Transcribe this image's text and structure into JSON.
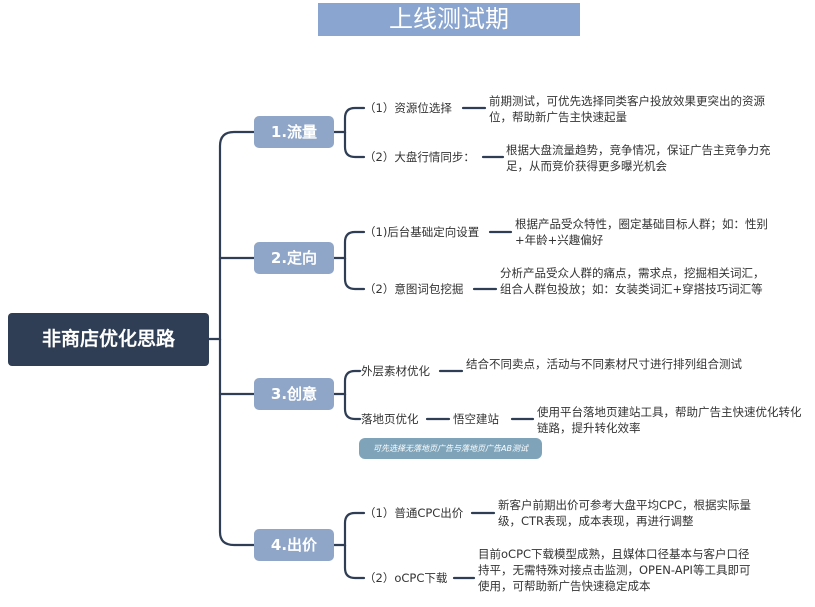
{
  "title": "上线测试期",
  "root": "非商店优化思路",
  "branches": [
    {
      "label": "1.流量",
      "children": [
        {
          "label": "（1）资源位选择",
          "desc": "前期测试，可优先选择同类客户投放效果更突出的资源位，帮助新广告主快速起量"
        },
        {
          "label": "（2）大盘行情同步：",
          "desc": "根据大盘流量趋势，竞争情况，保证广告主竞争力充足，从而竞价获得更多曝光机会"
        }
      ]
    },
    {
      "label": "2.定向",
      "children": [
        {
          "label": "（1)后台基础定向设置",
          "desc": "根据产品受众特性，圈定基础目标人群；如：性别+年龄+兴趣偏好"
        },
        {
          "label": "（2）意图词包挖掘",
          "desc": "分析产品受众人群的痛点，需求点，挖掘相关词汇，组合人群包投放；如：女装类词汇+穿搭技巧词汇等"
        }
      ]
    },
    {
      "label": "3.创意",
      "children": [
        {
          "label": "外层素材优化",
          "desc": "结合不同卖点，活动与不同素材尺寸进行排列组合测试"
        },
        {
          "label": "落地页优化",
          "sub": "悟空建站",
          "desc": "使用平台落地页建站工具，帮助广告主快速优化转化链路，提升转化效率",
          "note": "可先选择无落地页广告与落地页广告AB测试"
        }
      ]
    },
    {
      "label": "4.出价",
      "children": [
        {
          "label": "（1）普通CPC出价",
          "desc": "新客户前期出价可参考大盘平均CPC，根据实际量级，CTR表现，成本表现，再进行调整"
        },
        {
          "label": "（2）oCPC下载",
          "desc": "目前oCPC下载模型成熟，且媒体口径基本与客户口径持平，无需特殊对接点击监测，OPEN-API等工具即可使用，可帮助新广告快速稳定成本"
        }
      ]
    }
  ],
  "colors": {
    "title_bg": "#8aa5cf",
    "root_bg": "#2f3e55",
    "branch_bg": "#8fa6c8",
    "line": "#2f3e55",
    "note_bg": "#7fa4ba"
  }
}
